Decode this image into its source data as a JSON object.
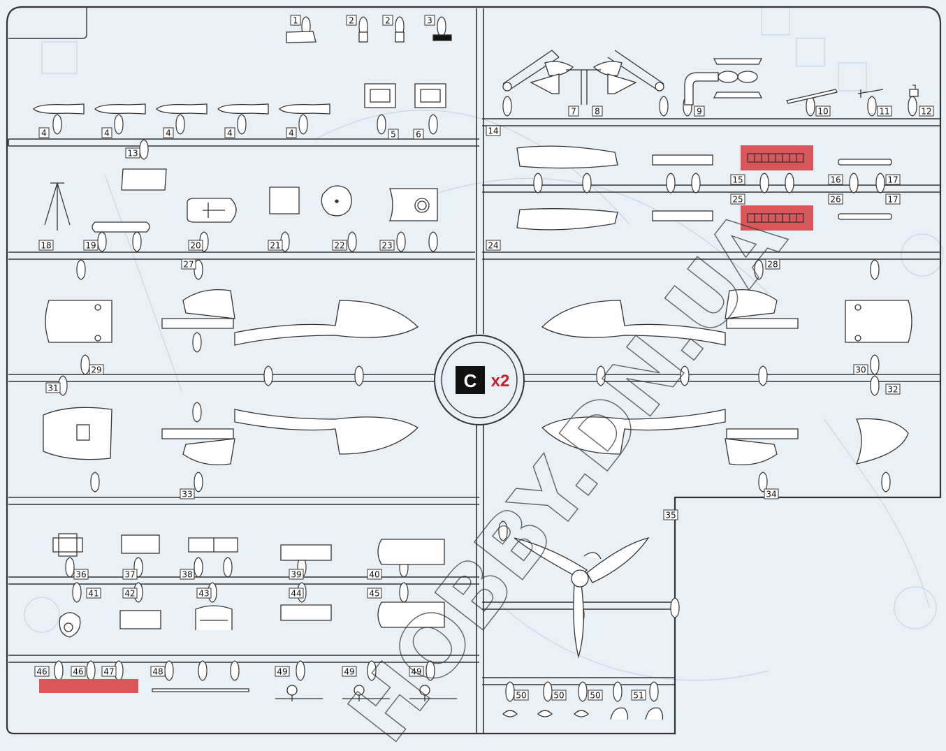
{
  "sprue": {
    "letter": "C",
    "multiplier": "x2"
  },
  "colors": {
    "background": "#e9f0f6",
    "runner": "#333333",
    "highlight": "#d9575a",
    "badge": "#111111",
    "badge_text": "#c8202a"
  },
  "part_labels": [
    "1",
    "2",
    "2",
    "3",
    "4",
    "4",
    "4",
    "4",
    "4",
    "5",
    "6",
    "7",
    "8",
    "9",
    "10",
    "11",
    "12",
    "13",
    "14",
    "15",
    "16",
    "17",
    "17",
    "18",
    "19",
    "20",
    "21",
    "22",
    "23",
    "24",
    "25",
    "26",
    "27",
    "28",
    "29",
    "30",
    "31",
    "32",
    "33",
    "34",
    "35",
    "36",
    "37",
    "38",
    "39",
    "40",
    "41",
    "42",
    "43",
    "44",
    "45",
    "46",
    "46",
    "47",
    "48",
    "49",
    "49",
    "49",
    "50",
    "50",
    "50",
    "51"
  ],
  "highlighted_parts": [
    "15",
    "16",
    "17",
    "25",
    "26",
    "46",
    "47"
  ],
  "watermark": "HOBBY.DN.UA"
}
